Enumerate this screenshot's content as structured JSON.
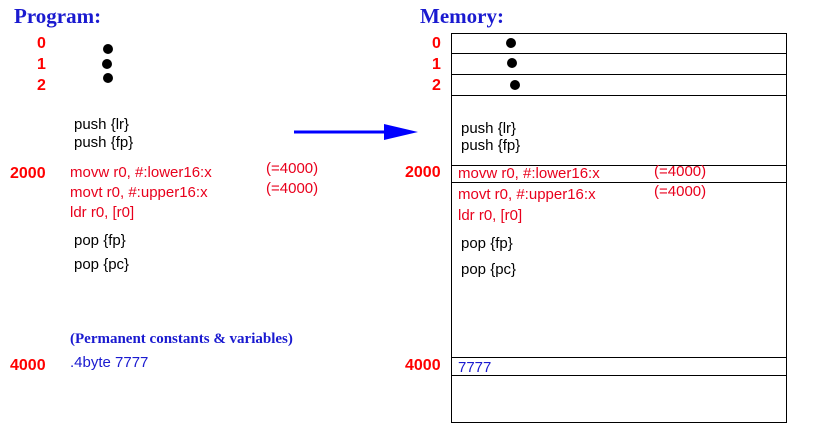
{
  "program": {
    "title": "Program:",
    "addr_0": "0",
    "addr_1": "1",
    "addr_2": "2",
    "push_lr": "push {lr}",
    "push_fp": "push {fp}",
    "addr_2000": "2000",
    "movw": "movw  r0, #:lower16:x",
    "movw_note": "(=4000)",
    "movt": "movt   r0, #:upper16:x",
    "movt_note": "(=4000)",
    "ldr": "ldr       r0, [r0]",
    "pop_fp": "pop {fp}",
    "pop_pc": "pop {pc}",
    "constants_note": "(Permanent constants & variables)",
    "addr_4000": "4000",
    "data_line": ".4byte  7777"
  },
  "memory": {
    "title": "Memory:",
    "addr_0": "0",
    "addr_1": "1",
    "addr_2": "2",
    "push_lr": "push {lr}",
    "push_fp": "push {fp}",
    "addr_2000": "2000",
    "movw": "movw  r0, #:lower16:x",
    "movw_note": "(=4000)",
    "movt": "movt   r0, #:upper16:x",
    "movt_note": "(=4000)",
    "ldr": "ldr       r0, [r0]",
    "pop_fp": "pop {fp}",
    "pop_pc": "pop {pc}",
    "addr_4000": "4000",
    "value_4000": "7777"
  },
  "colors": {
    "title_blue": "#1a1ad0",
    "address_red": "#ff0000",
    "code_red": "#e8001c",
    "code_black": "#000000",
    "note_blue": "#1a1ad0",
    "arrow_blue": "#0000ff"
  },
  "icons": {
    "ellipsis_dots": "vertical-ellipsis",
    "arrow": "right-arrow"
  }
}
